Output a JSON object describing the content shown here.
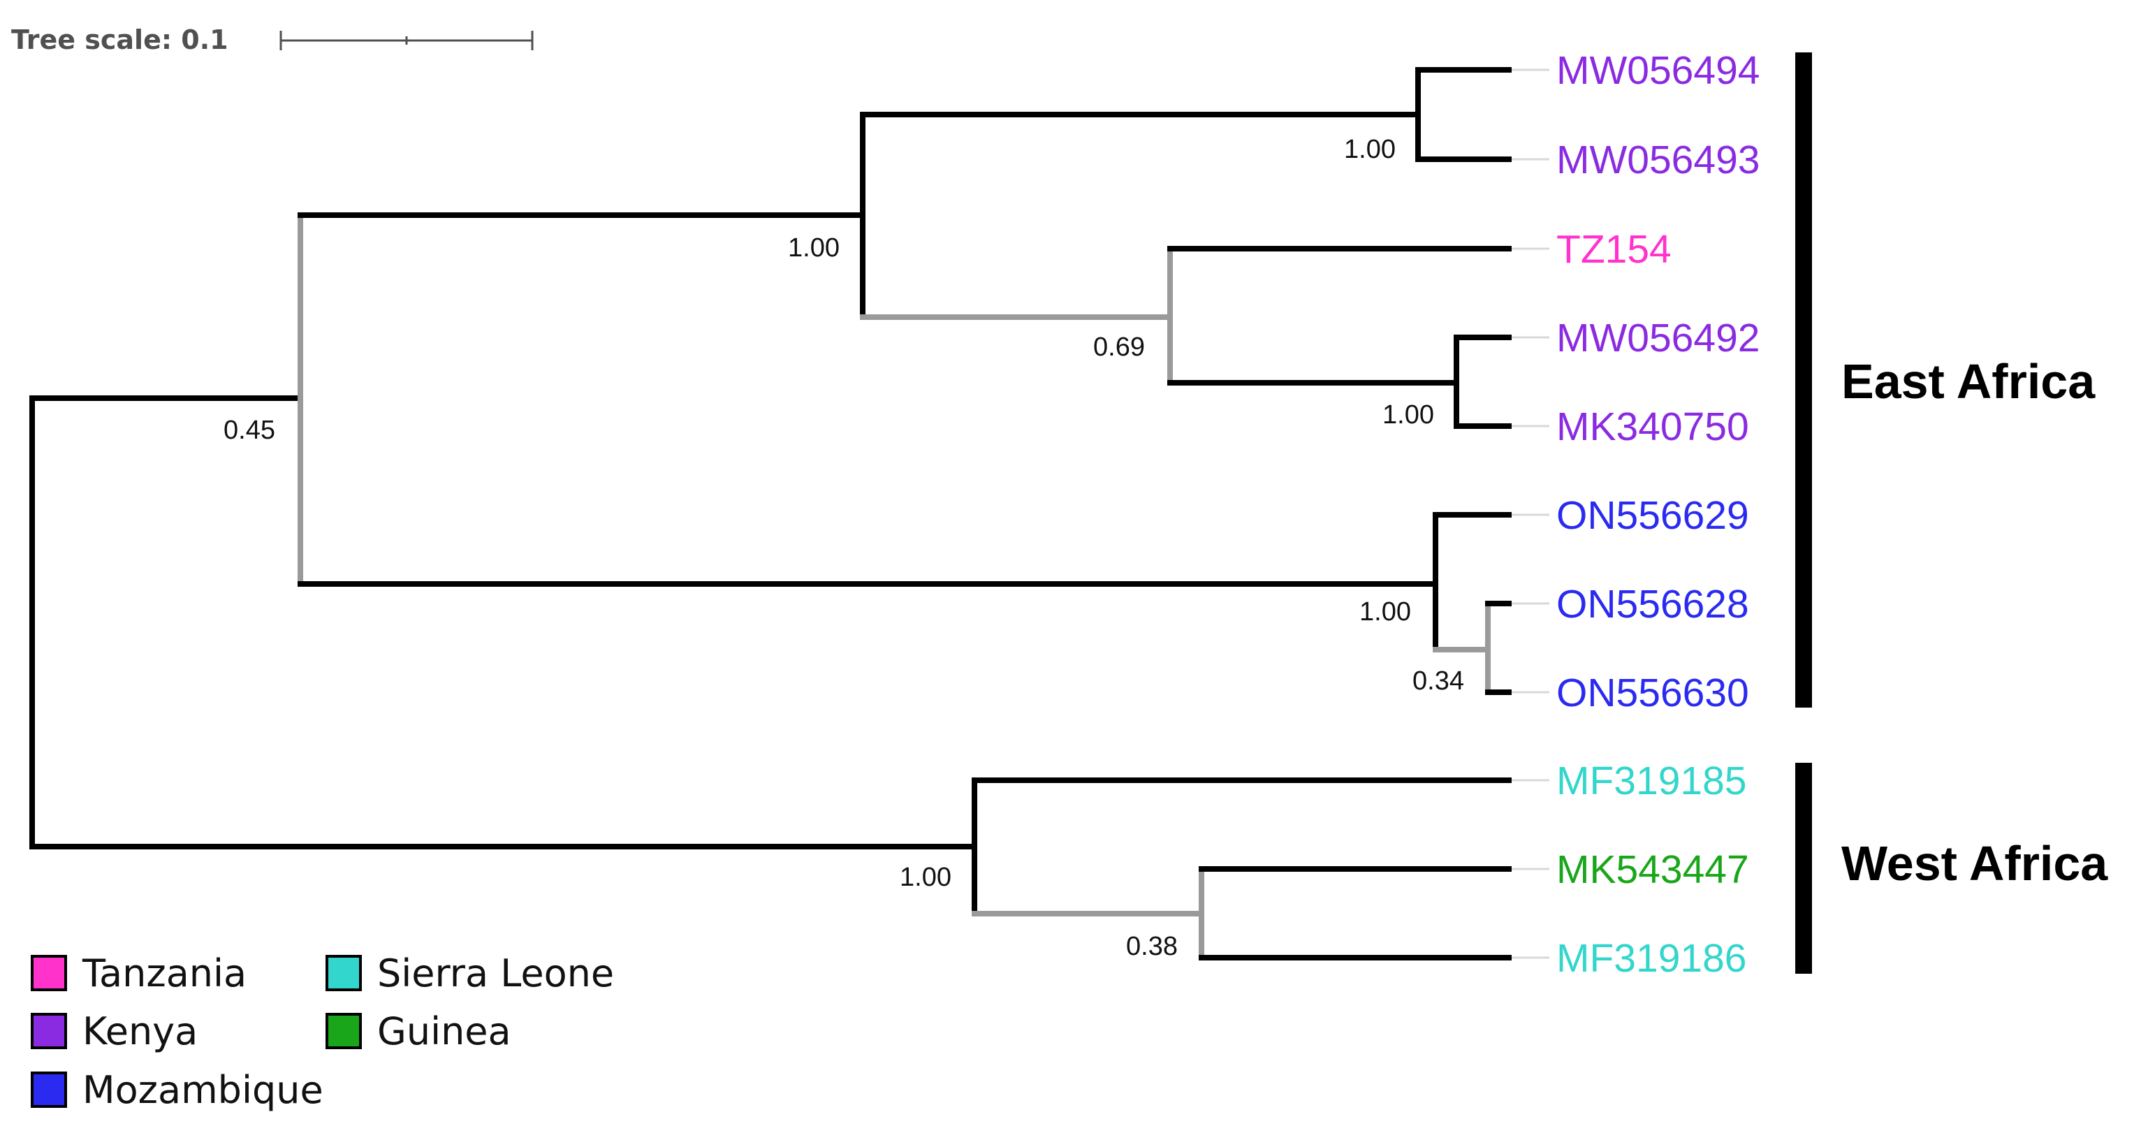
{
  "tree_scale": {
    "label": "Tree scale: 0.1",
    "length": 0.1
  },
  "leaves": [
    {
      "id": "MW056494",
      "country": "Kenya"
    },
    {
      "id": "MW056493",
      "country": "Kenya"
    },
    {
      "id": "TZ154",
      "country": "Tanzania"
    },
    {
      "id": "MW056492",
      "country": "Kenya"
    },
    {
      "id": "MK340750",
      "country": "Kenya"
    },
    {
      "id": "ON556629",
      "country": "Mozambique"
    },
    {
      "id": "ON556628",
      "country": "Mozambique"
    },
    {
      "id": "ON556630",
      "country": "Mozambique"
    },
    {
      "id": "MF319185",
      "country": "Sierra Leone"
    },
    {
      "id": "MK543447",
      "country": "Guinea"
    },
    {
      "id": "MF319186",
      "country": "Sierra Leone"
    }
  ],
  "support_values": {
    "root_east": "0.45",
    "kenya_tanzania_clade": "1.00",
    "mw056494_mw056493": "1.00",
    "tz154_clade": "0.69",
    "mw056492_mk340750": "1.00",
    "mozambique_clade": "1.00",
    "on556628_on556630": "0.34",
    "west_clade": "1.00",
    "mk543447_mf319186": "0.38"
  },
  "clades": [
    {
      "name": "East Africa",
      "first_leaf": 0,
      "last_leaf": 7
    },
    {
      "name": "West Africa",
      "first_leaf": 8,
      "last_leaf": 10
    }
  ],
  "legend": [
    {
      "country": "Tanzania",
      "color": "#ff33cc"
    },
    {
      "country": "Sierra Leone",
      "color": "#33d6cc"
    },
    {
      "country": "Kenya",
      "color": "#8a2be2"
    },
    {
      "country": "Guinea",
      "color": "#1aa61a"
    },
    {
      "country": "Mozambique",
      "color": "#2a2af0"
    }
  ],
  "colors": {
    "branch_strong": "#000000",
    "branch_weak": "#9a9a9a",
    "leaf_extension": "#d8d8d8",
    "Tanzania": "#ff33cc",
    "Kenya": "#8a2be2",
    "Mozambique": "#2a2af0",
    "Sierra Leone": "#33d6cc",
    "Guinea": "#1aa61a"
  }
}
